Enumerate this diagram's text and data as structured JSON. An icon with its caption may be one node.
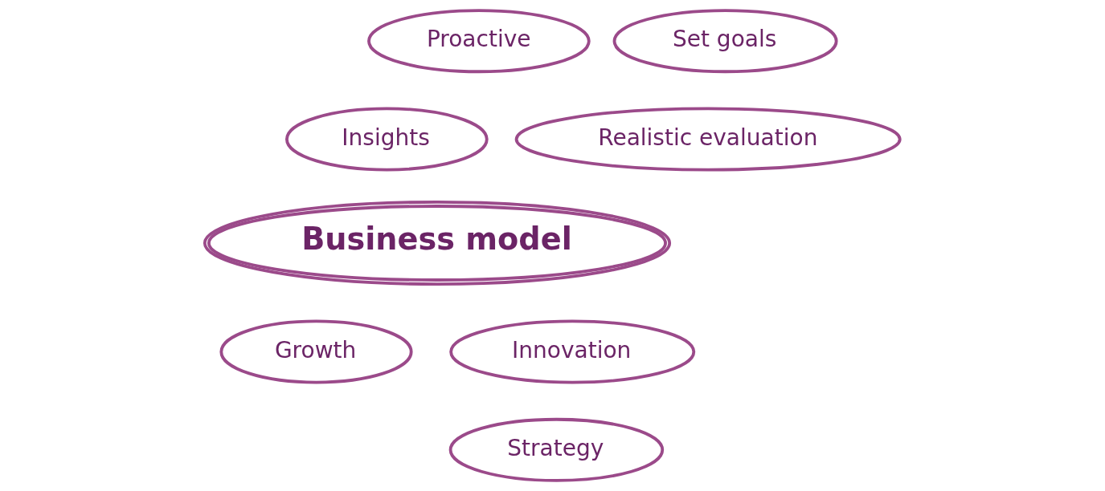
{
  "diagram": {
    "nodes": [
      {
        "text": [
          "Innovation"
        ]
      },
      {
        "text": [
          "Growth"
        ]
      },
      {
        "text": [
          "Set goals"
        ]
      },
      {
        "text": [
          "Business model"
        ]
      },
      {
        "text": [
          "Insights"
        ]
      },
      {
        "text": [
          "Proactive"
        ]
      },
      {
        "text": [
          "Realistic evaluation"
        ]
      },
      {
        "text": [
          "Strategy"
        ]
      }
    ],
    "edges": []
  }
}
